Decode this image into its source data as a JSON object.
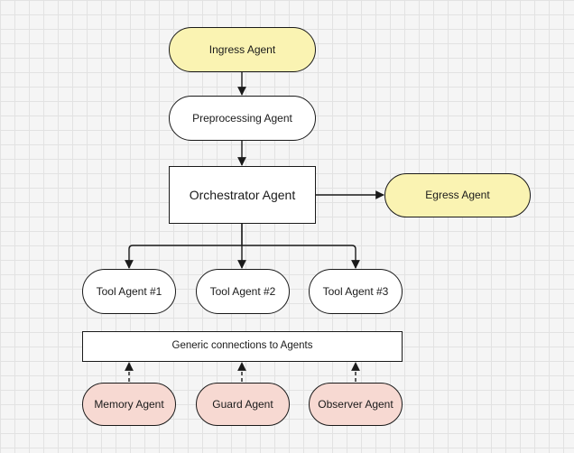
{
  "diagram": {
    "nodes": {
      "ingress": {
        "label": "Ingress Agent",
        "color": "#faf3b2"
      },
      "preprocessing": {
        "label": "Preprocessing Agent",
        "color": "#ffffff"
      },
      "orchestrator": {
        "label": "Orchestrator Agent",
        "color": "#ffffff"
      },
      "egress": {
        "label": "Egress Agent",
        "color": "#faf3b2"
      },
      "tool1": {
        "label": "Tool Agent #1",
        "color": "#ffffff"
      },
      "tool2": {
        "label": "Tool Agent #2",
        "color": "#ffffff"
      },
      "tool3": {
        "label": "Tool Agent #3",
        "color": "#ffffff"
      },
      "generic": {
        "label": "Generic connections to Agents",
        "color": "#ffffff"
      },
      "memory": {
        "label": "Memory Agent",
        "color": "#f7d9d2"
      },
      "guard": {
        "label": "Guard Agent",
        "color": "#f7d9d2"
      },
      "observer": {
        "label": "Observer Agent",
        "color": "#f7d9d2"
      }
    },
    "edges": [
      {
        "from": "ingress",
        "to": "preprocessing",
        "style": "solid"
      },
      {
        "from": "preprocessing",
        "to": "orchestrator",
        "style": "solid"
      },
      {
        "from": "orchestrator",
        "to": "egress",
        "style": "solid"
      },
      {
        "from": "orchestrator",
        "to": "tool1",
        "style": "solid"
      },
      {
        "from": "orchestrator",
        "to": "tool2",
        "style": "solid"
      },
      {
        "from": "orchestrator",
        "to": "tool3",
        "style": "solid"
      },
      {
        "from": "memory",
        "to": "generic",
        "style": "dashed"
      },
      {
        "from": "guard",
        "to": "generic",
        "style": "dashed"
      },
      {
        "from": "observer",
        "to": "generic",
        "style": "dashed"
      }
    ]
  }
}
